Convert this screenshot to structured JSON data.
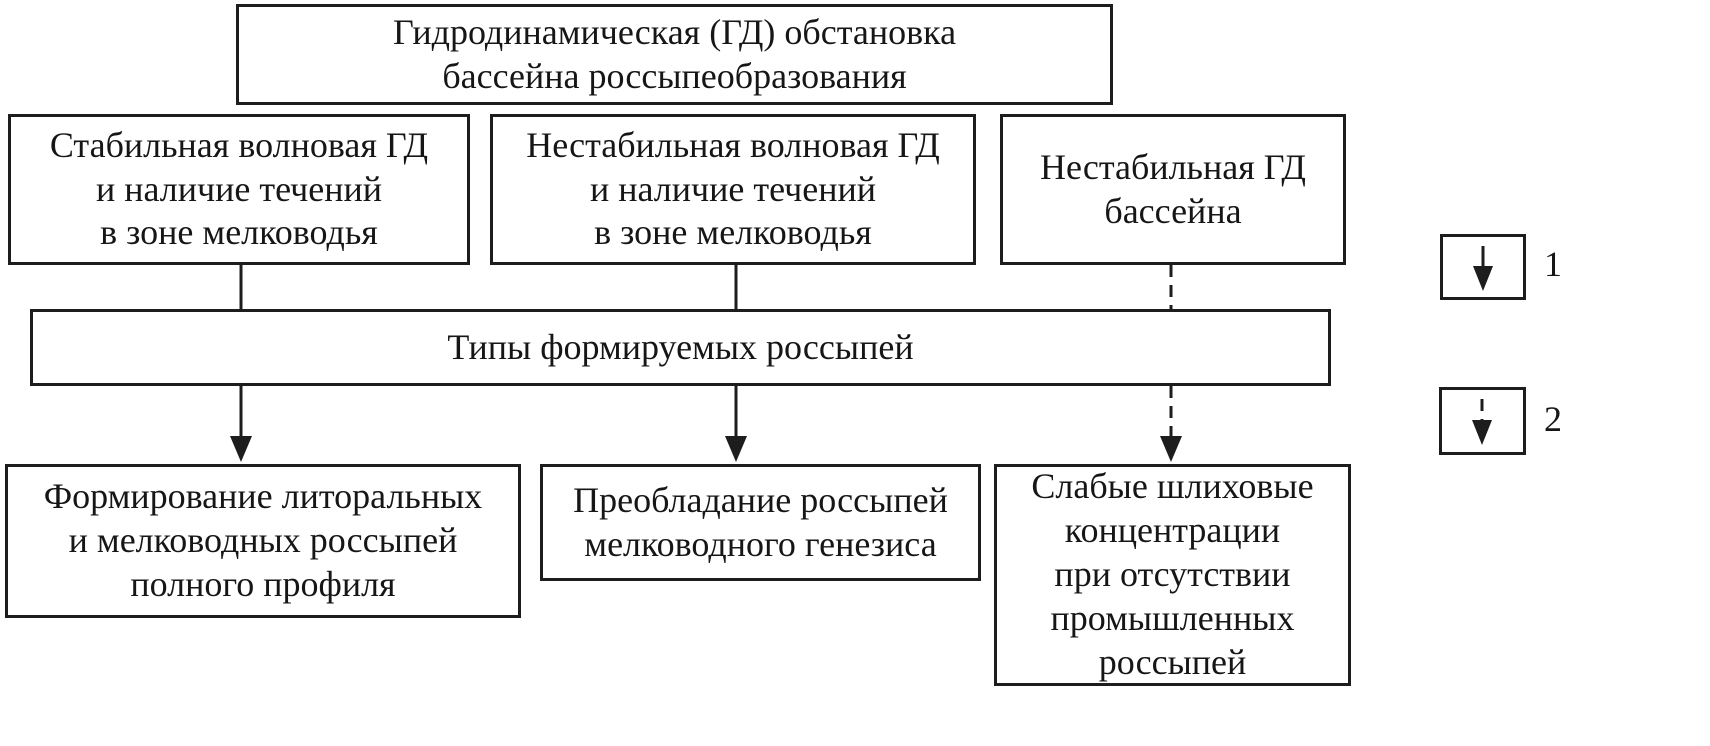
{
  "boxes": {
    "title": "Гидродинамическая (ГД) обстановка\nбассейна россыпеобразования",
    "conditions": [
      "Стабильная волновая ГД\nи наличие течений\nв зоне мелководья",
      "Нестабильная волновая ГД\nи наличие течений\nв зоне мелководья",
      "Нестабильная ГД\nбассейна"
    ],
    "types": "Типы формируемых россыпей",
    "results": [
      "Формирование литоральных\nи мелководных россыпей\nполного профиля",
      "Преобладание россыпей\nмелководного генезиса",
      "Слабые шлиховые\nконцентрации\nпри отсутствии\nпромышленных\nроссыпей"
    ]
  },
  "legend": [
    {
      "number": "1",
      "arrow_style": "solid"
    },
    {
      "number": "2",
      "arrow_style": "dashed"
    }
  ],
  "colors": {
    "line": "#1d1d1d",
    "text": "#161616",
    "background": "#ffffff"
  }
}
